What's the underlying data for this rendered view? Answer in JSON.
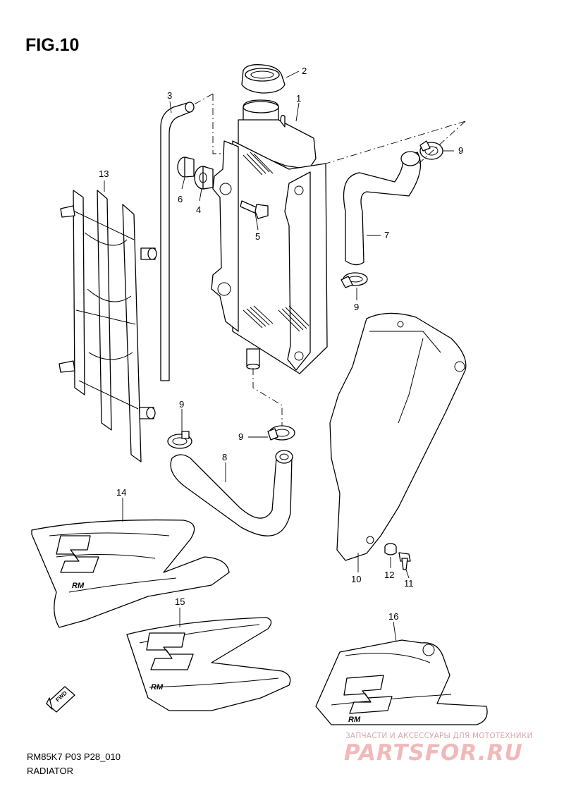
{
  "figure": {
    "title": "FIG.10"
  },
  "footer": {
    "model_code": "RM85K7 P03 P28_010",
    "section_name": "RADIATOR"
  },
  "watermark": {
    "subtitle": "ЗАПЧАСТИ И АКСЕССУАРЫ ДЛЯ МОТОТЕХНИКИ",
    "brand": "PARTSFOR.RU"
  },
  "callouts": {
    "c1": "1",
    "c2": "2",
    "c3": "3",
    "c4": "4",
    "c5": "5",
    "c6": "6",
    "c7": "7",
    "c8": "8",
    "c9a": "9",
    "c9b": "9",
    "c9c": "9",
    "c9d": "9",
    "c10": "10",
    "c11": "11",
    "c12": "12",
    "c13": "13",
    "c14": "14",
    "c15": "15",
    "c16": "16"
  },
  "decals": {
    "brand_mark": "S",
    "model_mark": "RM"
  },
  "direction_badge": "FWD"
}
